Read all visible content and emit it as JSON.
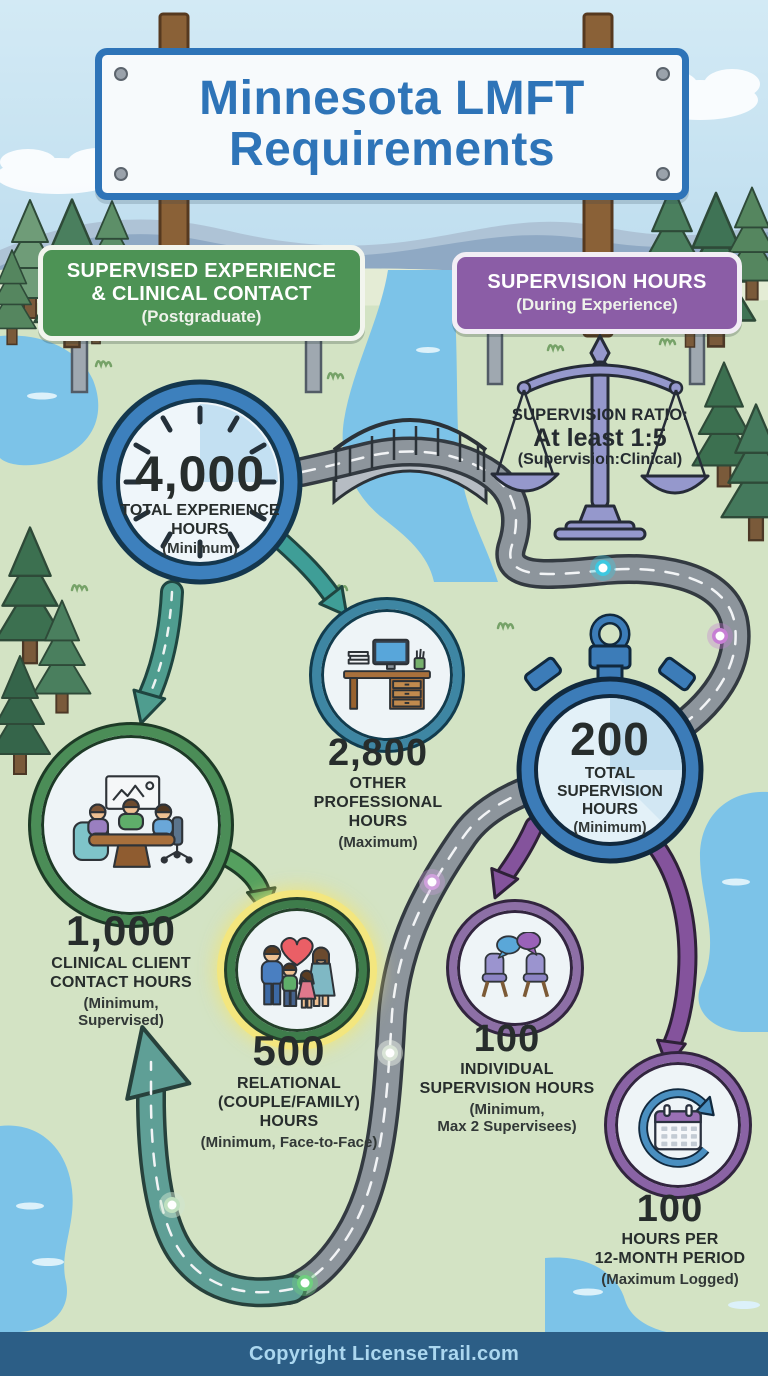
{
  "header": {
    "title": "Minnesota LMFT\nRequirements"
  },
  "signs": {
    "experience": {
      "title": "SUPERVISED EXPERIENCE\n& CLINICAL CONTACT",
      "subtitle": "(Postgraduate)",
      "color": "#4d9355"
    },
    "supervision": {
      "title": "SUPERVISION HOURS",
      "subtitle": "(During Experience)",
      "color": "#8b5da6"
    }
  },
  "ratio": {
    "icon": "balance-scale-icon",
    "label": "SUPERVISION RATIO:",
    "value": "At least 1:5",
    "note": "(Supervision:Clinical)"
  },
  "nodes": {
    "total_experience": {
      "icon": "clock-icon",
      "value": "4,000",
      "label": "TOTAL EXPERIENCE\nHOURS",
      "note": "(Minimum)"
    },
    "other_professional": {
      "icon": "office-desk-icon",
      "value": "2,800",
      "label": "OTHER PROFESSIONAL\nHOURS",
      "note": "(Maximum)"
    },
    "clinical_contact": {
      "icon": "therapy-session-icon",
      "value": "1,000",
      "label": "CLINICAL CLIENT\nCONTACT HOURS",
      "note": "(Minimum,\nSupervised)"
    },
    "relational": {
      "icon": "family-icon",
      "value": "500",
      "label": "RELATIONAL\n(COUPLE/FAMILY)\nHOURS",
      "note": "(Minimum, Face-to-Face)"
    },
    "total_supervision": {
      "icon": "stopwatch-icon",
      "value": "200",
      "label": "TOTAL\nSUPERVISION\nHOURS",
      "note": "(Minimum)"
    },
    "individual_supervision": {
      "icon": "supervision-chairs-icon",
      "value": "100",
      "label": "INDIVIDUAL\nSUPERVISION HOURS",
      "note": "(Minimum,\nMax 2 Supervisees)"
    },
    "annual_limit": {
      "icon": "calendar-cycle-icon",
      "value": "100",
      "label": "HOURS PER\n12-MONTH PERIOD",
      "note": "(Maximum Logged)"
    }
  },
  "footer": {
    "text": "Copyright LicenseTrail.com"
  },
  "colors": {
    "title_blue": "#2e74b8",
    "sign_green": "#4d9355",
    "sign_purple": "#8b5da6",
    "road_gray": "#8d959c",
    "path_teal": "#5f9f96",
    "arrow_green": "#55a05f",
    "arrow_purple": "#84539c",
    "water_blue": "#7cc3e8",
    "land_green": "#d3e3c4",
    "glow_yellow": "#f3e67e",
    "footer_blue": "#2c5e86"
  }
}
